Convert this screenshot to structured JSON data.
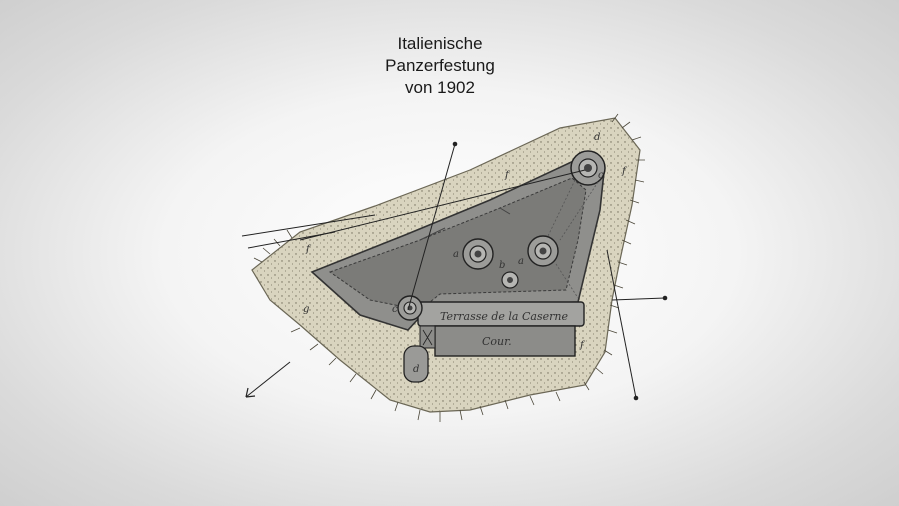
{
  "title": {
    "line1": "Italienische",
    "line2": "Panzerfestung",
    "line3": "von 1902"
  },
  "plan": {
    "terrace_label": "Terrasse de la Caserne",
    "court_label": "Cour.",
    "markers": {
      "a_left": "a",
      "a_right": "a",
      "b": "b",
      "c_left": "c",
      "c_top": "c",
      "d_top": "d",
      "d_bottom": "d",
      "f_left": "f",
      "f_top": "f",
      "f_right": "f",
      "f_bottom": "f",
      "g": "g"
    }
  },
  "colors": {
    "glacis": "#d9d4bf",
    "fort_body": "#8f8f8c",
    "fort_inner": "#7b7b78",
    "barracks": "#9a9a97",
    "ink": "#2a2a2a"
  }
}
